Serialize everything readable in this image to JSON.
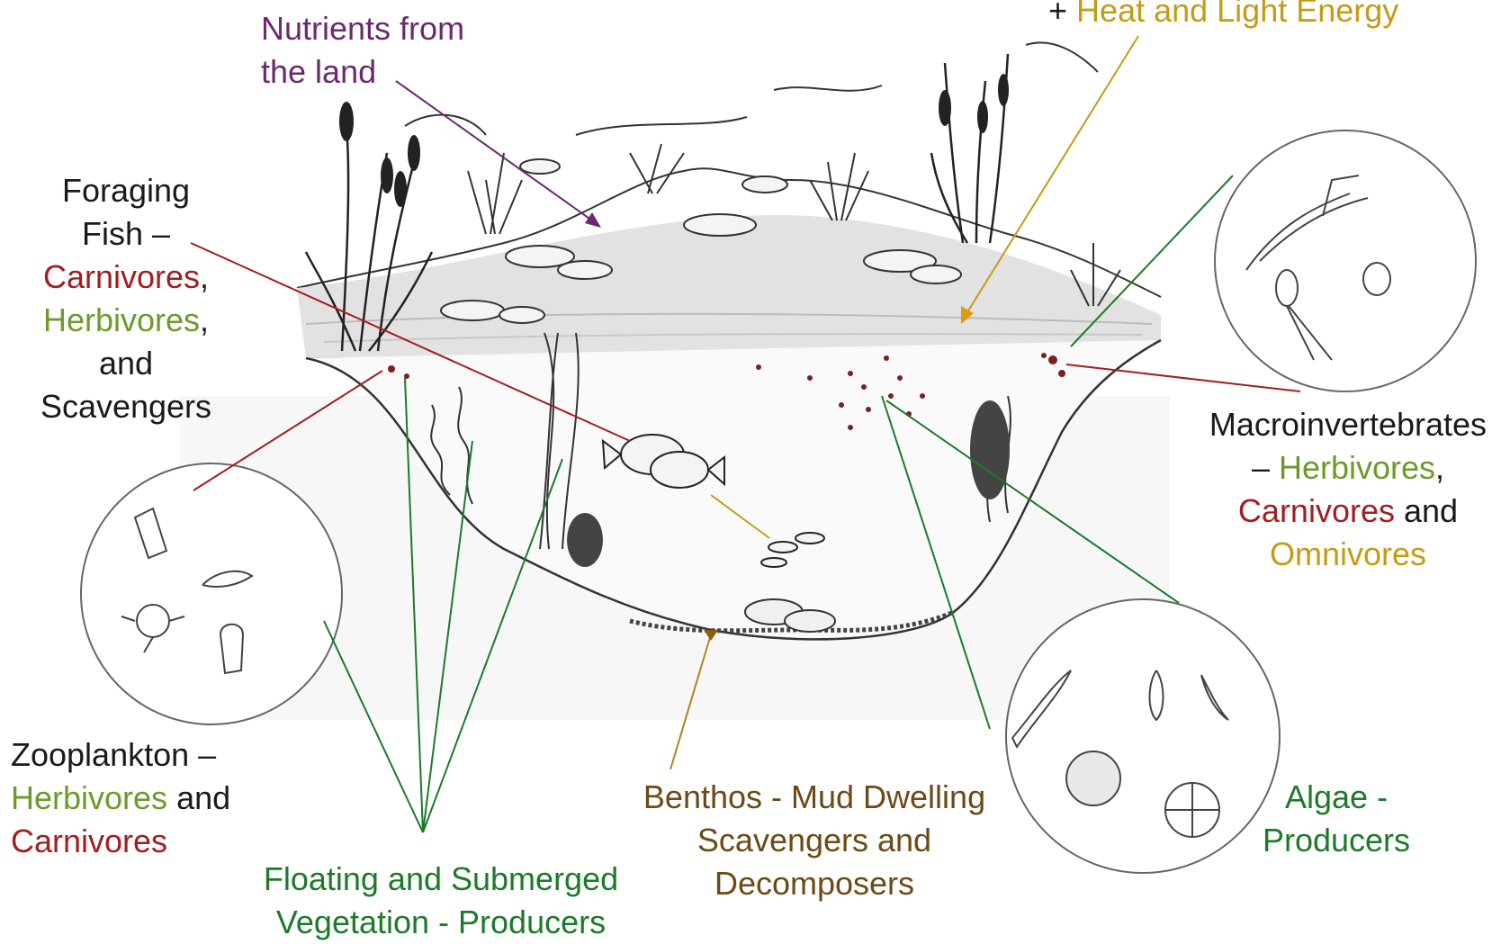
{
  "colors": {
    "purple": "#6b2a70",
    "gold": "#c59b14",
    "red": "#a31d22",
    "olive": "#6e9a2a",
    "green": "#1d7a2a",
    "brown": "#6b4a17"
  },
  "labels": {
    "nutrients": {
      "line1": "Nutrients from",
      "line2": "the land"
    },
    "energy": {
      "plus": "+",
      "text": "Heat and Light Energy"
    },
    "fish": {
      "line1": "Foraging",
      "line2": "Fish –",
      "carnivores": "Carnivores",
      "comma1": ",",
      "herbivores": "Herbivores",
      "comma2": ",",
      "and": "and",
      "scavengers": "Scavengers"
    },
    "macro": {
      "line1": "Macroinvertebrates",
      "dash": "– ",
      "herbivores": "Herbivores",
      "comma": ",",
      "carnivores": "Carnivores",
      "and": " and",
      "omnivores": "Omnivores"
    },
    "zoo": {
      "line1": "Zooplankton –",
      "herbivores": "Herbivores",
      "and": " and",
      "carnivores": "Carnivores"
    },
    "vegetation": {
      "line1": "Floating and Submerged",
      "line2": "Vegetation - Producers"
    },
    "benthos": {
      "line1": "Benthos - Mud Dwelling",
      "line2": "Scavengers and",
      "line3": "Decomposers"
    },
    "algae": {
      "line1": "Algae -",
      "line2": "Producers"
    }
  }
}
